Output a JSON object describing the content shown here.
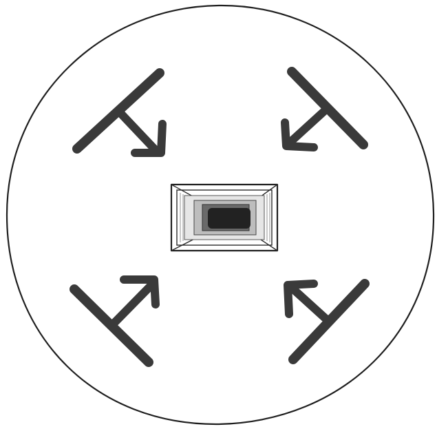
{
  "diagram": {
    "kind": "hand-drawn pencil sketch",
    "elements": [
      {
        "name": "outer-circle",
        "shape": "circle"
      },
      {
        "name": "center-recessed-box",
        "shape": "nested-rectangles",
        "fill": "dark-center"
      },
      {
        "name": "arrow-icon-top-left",
        "points_toward": "center"
      },
      {
        "name": "arrow-icon-top-right",
        "points_toward": "center"
      },
      {
        "name": "arrow-icon-bottom-left",
        "points_toward": "center"
      },
      {
        "name": "arrow-icon-bottom-right",
        "points_toward": "center"
      }
    ],
    "colors": {
      "background": "#ffffff",
      "ink": "#1f1f1f",
      "heavy_ink": "#3a3a3a",
      "center_fill": "#222222"
    }
  }
}
